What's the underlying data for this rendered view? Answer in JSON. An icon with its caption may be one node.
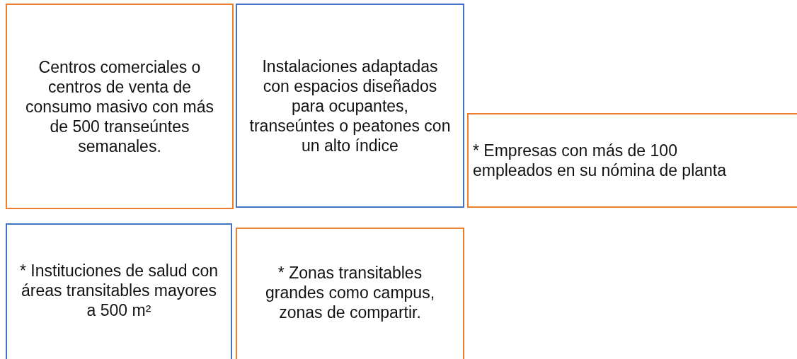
{
  "diagram": {
    "nodes": [
      {
        "text": [
          "Centros comerciales o centros de venta de consumo masivo con más de 500 transeúntes semanales."
        ]
      },
      {
        "text": [
          "Instalaciones adaptadas con espacios diseñados para ocupantes, transeúntes o peatones con un alto índice"
        ]
      },
      {
        "text": [
          "* Empresas con más de 100 empleados en su nómina de planta"
        ]
      },
      {
        "text": [
          "* Instituciones de salud con áreas transitables mayores a 500 m²"
        ]
      },
      {
        "text": [
          "* Zonas transitables grandes como campus, zonas de compartir."
        ]
      }
    ]
  }
}
